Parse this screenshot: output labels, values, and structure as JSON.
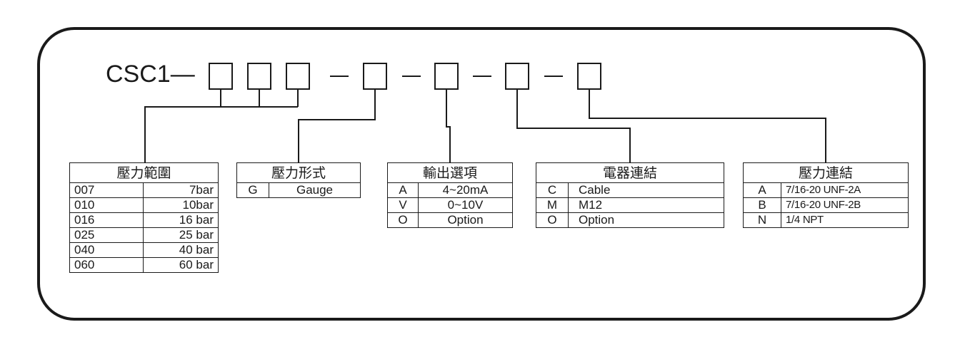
{
  "code": {
    "prefix": "CSC1—"
  },
  "tables": {
    "range": {
      "title": "壓力範圍",
      "rows": [
        [
          "007",
          "7bar"
        ],
        [
          "010",
          "10bar"
        ],
        [
          "016",
          "16 bar"
        ],
        [
          "025",
          "25 bar"
        ],
        [
          "040",
          "40 bar"
        ],
        [
          "060",
          "60 bar"
        ]
      ]
    },
    "type": {
      "title": "壓力形式",
      "rows": [
        [
          "G",
          "Gauge"
        ]
      ]
    },
    "output": {
      "title": "輸出選項",
      "rows": [
        [
          "A",
          "4~20mA"
        ],
        [
          "V",
          "0~10V"
        ],
        [
          "O",
          "Option"
        ]
      ]
    },
    "electrical": {
      "title": "電器連結",
      "rows": [
        [
          "C",
          "Cable"
        ],
        [
          "M",
          "M12"
        ],
        [
          "O",
          "Option"
        ]
      ]
    },
    "connection": {
      "title": "壓力連結",
      "rows": [
        [
          "A",
          "7/16-20 UNF-2A"
        ],
        [
          "B",
          "7/16-20 UNF-2B"
        ],
        [
          "N",
          "1/4 NPT"
        ]
      ]
    }
  }
}
